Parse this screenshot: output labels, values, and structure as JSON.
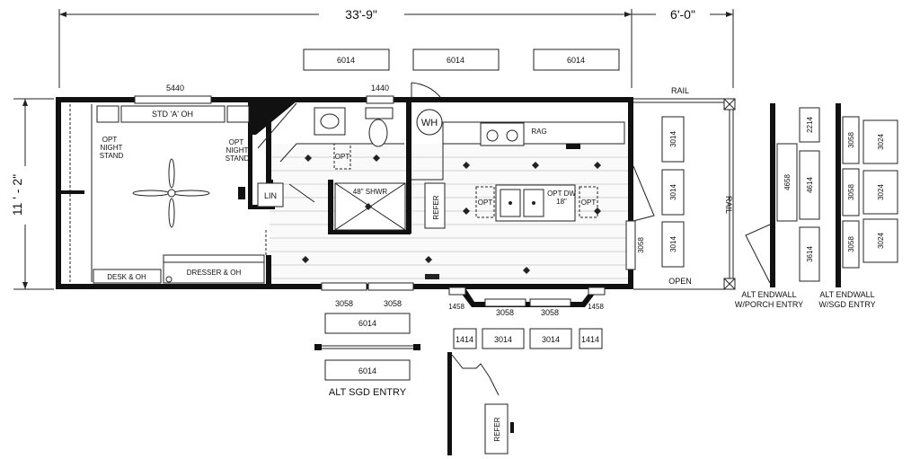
{
  "dimensions": {
    "overall_length": "33'-9\"",
    "porch_depth": "6'-0\"",
    "width": "11 ' - 2\""
  },
  "windows": {
    "top_front": [
      "6014",
      "6014",
      "6014"
    ],
    "bedroom_top": "5440",
    "bath_top": "1440",
    "porch_stack": [
      "3014",
      "3014",
      "3014"
    ],
    "end_wall": "3058",
    "bottom_left": [
      "3058",
      "3058"
    ],
    "bay_left": "1458",
    "bay_center": [
      "3058",
      "3058"
    ],
    "bay_right": "1458",
    "bay_below": [
      "1414",
      "3014",
      "3014",
      "1414"
    ],
    "alt_sgd_top": "6014",
    "alt_sgd_bottom": "6014",
    "porch_entry_door": "4658",
    "porch_entry_windows": [
      "2214",
      "4614",
      "3614"
    ],
    "sgd_entry_windows": [
      "3058",
      "3058",
      "3058"
    ],
    "sgd_entry_right": [
      "3024",
      "3024",
      "3024"
    ]
  },
  "rooms": {
    "bedroom_shelf": "STD 'A' OH",
    "night_stand_left": [
      "OPT",
      "NIGHT",
      "STAND"
    ],
    "night_stand_right": [
      "OPT",
      "NIGHT",
      "STAND"
    ],
    "desk": "DESK & OH",
    "dresser": "DRESSER & OH",
    "linen": "LIN",
    "shower": "48\" SHWR",
    "water_heater": "WH",
    "refrigerator": "REFER",
    "range": "RAG",
    "opt_bath": "OPT",
    "dishwasher": [
      "OPT DW",
      "18\""
    ],
    "opt_left": "OPT",
    "opt_right": "OPT"
  },
  "porch": {
    "rail_top": "RAIL",
    "rail_side": "RAIL",
    "open": "OPEN"
  },
  "labels": {
    "alt_endwall_porch": [
      "ALT ENDWALL",
      "W/PORCH ENTRY"
    ],
    "alt_endwall_sgd": [
      "ALT ENDWALL",
      "W/SGD ENTRY"
    ],
    "alt_sgd_entry": "ALT SGD ENTRY",
    "detail_refer": "REFER"
  },
  "colors": {
    "wall": "#111111",
    "line": "#222222",
    "tile": "#d2d2d2",
    "background": "#ffffff"
  }
}
